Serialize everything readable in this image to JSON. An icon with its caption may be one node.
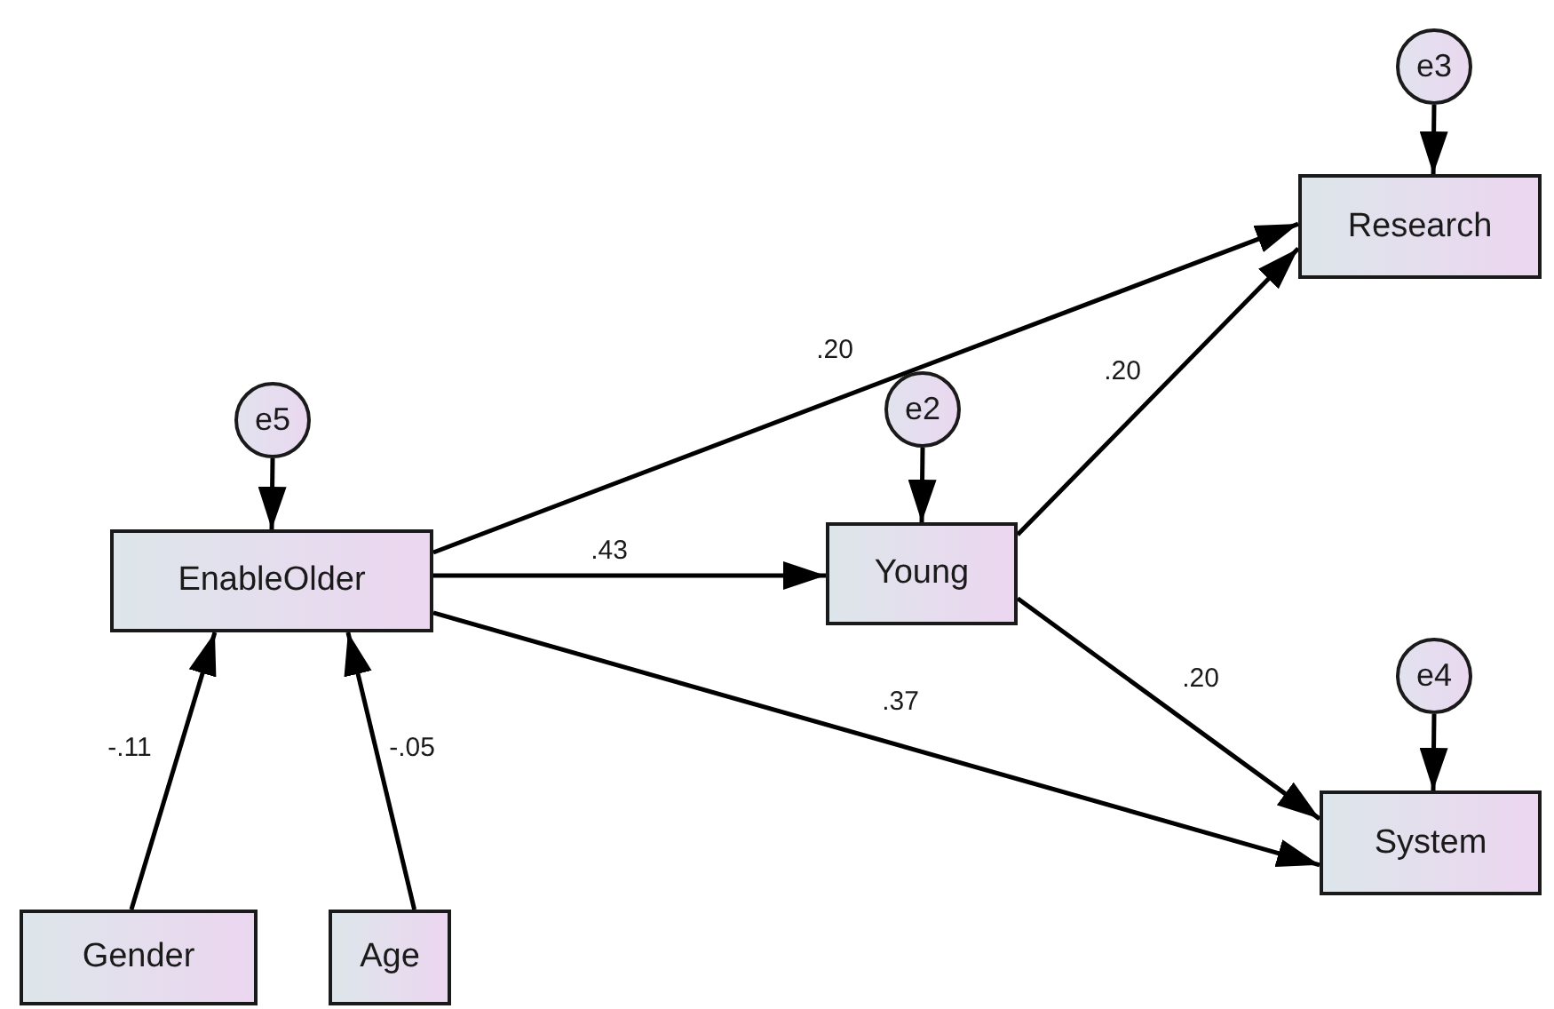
{
  "diagram": {
    "nodes": [
      {
        "text": [
          "e3"
        ]
      },
      {
        "text": [
          "Research"
        ]
      },
      {
        "text": [
          "e5"
        ]
      },
      {
        "text": [
          "e2"
        ]
      },
      {
        "text": [
          "EnableOlder"
        ]
      },
      {
        "text": [
          "Young"
        ]
      },
      {
        "text": [
          "e4"
        ]
      },
      {
        "text": [
          "System"
        ]
      },
      {
        "text": [
          "Gender"
        ]
      },
      {
        "text": [
          "Age"
        ]
      }
    ],
    "edges": [
      {
        "from": 0,
        "to": 1,
        "arrow": "to"
      },
      {
        "from": 2,
        "to": 4,
        "arrow": "to"
      },
      {
        "from": 3,
        "to": 5,
        "arrow": "to"
      },
      {
        "from": 6,
        "to": 7,
        "arrow": "to"
      },
      {
        "from": 4,
        "to": 1,
        "arrow": "to",
        "label": ".20"
      },
      {
        "from": 4,
        "to": 5,
        "arrow": "to",
        "label": ".43"
      },
      {
        "from": 4,
        "to": 7,
        "arrow": "to",
        "label": ".37"
      },
      {
        "from": 5,
        "to": 1,
        "arrow": "to",
        "label": ".20"
      },
      {
        "from": 5,
        "to": 7,
        "arrow": "to",
        "label": ".20"
      },
      {
        "from": 8,
        "to": 4,
        "arrow": "to",
        "label": "-.11"
      },
      {
        "from": 9,
        "to": 4,
        "arrow": "to",
        "label": "-.05"
      }
    ]
  }
}
